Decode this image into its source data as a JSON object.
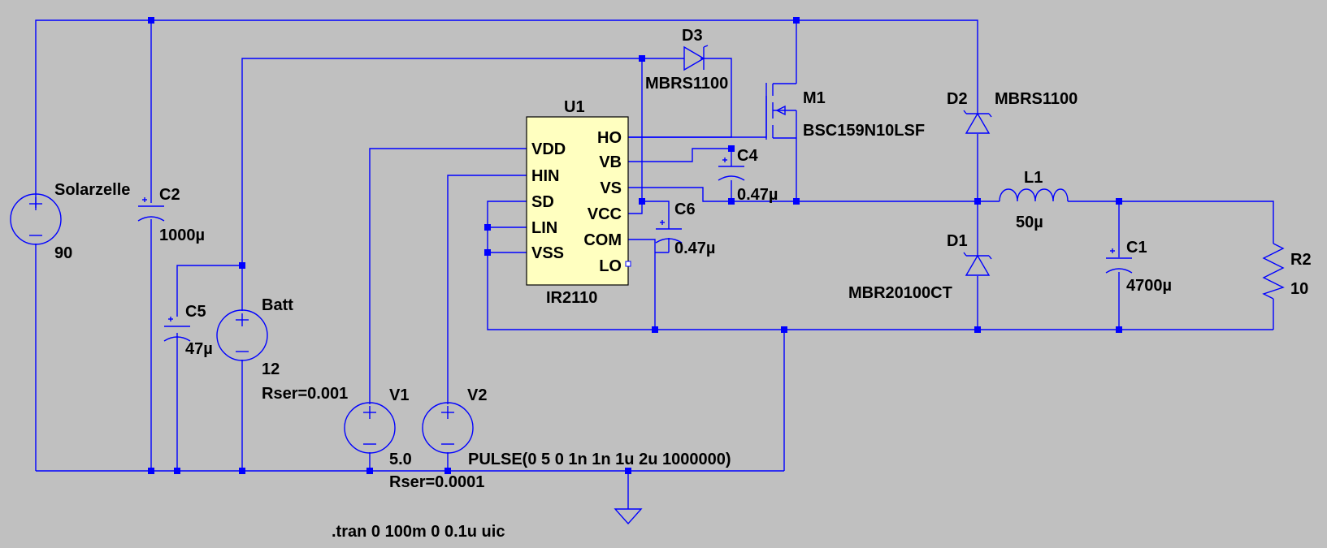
{
  "components": {
    "solar": {
      "name": "Solarzelle",
      "value": "90"
    },
    "c2": {
      "name": "C2",
      "value": "1000µ"
    },
    "c5": {
      "name": "C5",
      "value": "47µ"
    },
    "batt": {
      "name": "Batt",
      "value": "12",
      "rser": "Rser=0.001"
    },
    "v1": {
      "name": "V1",
      "value": "5.0",
      "rser": "Rser=0.0001"
    },
    "v2": {
      "name": "V2",
      "value": "PULSE(0 5 0 1n 1n 1u 2u 1000000)"
    },
    "u1": {
      "name": "U1",
      "part": "IR2110",
      "pins_left": [
        "VDD",
        "HIN",
        "SD",
        "LIN",
        "VSS"
      ],
      "pins_right": [
        "HO",
        "VB",
        "VS",
        "VCC",
        "COM",
        "LO"
      ]
    },
    "d3": {
      "name": "D3",
      "part": "MBRS1100"
    },
    "m1": {
      "name": "M1",
      "part": "BSC159N10LSF"
    },
    "c4": {
      "name": "C4",
      "value": "0.47µ"
    },
    "c6": {
      "name": "C6",
      "value": "0.47µ"
    },
    "d2": {
      "name": "D2",
      "part": "MBRS1100"
    },
    "d1": {
      "name": "D1",
      "part": "MBR20100CT"
    },
    "l1": {
      "name": "L1",
      "value": "50µ"
    },
    "c1": {
      "name": "C1",
      "value": "4700µ"
    },
    "r2": {
      "name": "R2",
      "value": "10"
    }
  },
  "directive": ".tran 0 100m 0 0.1u uic",
  "colors": {
    "wire": "#0000ff",
    "background": "#c0c0c0",
    "ic_fill": "#ffffc0"
  }
}
